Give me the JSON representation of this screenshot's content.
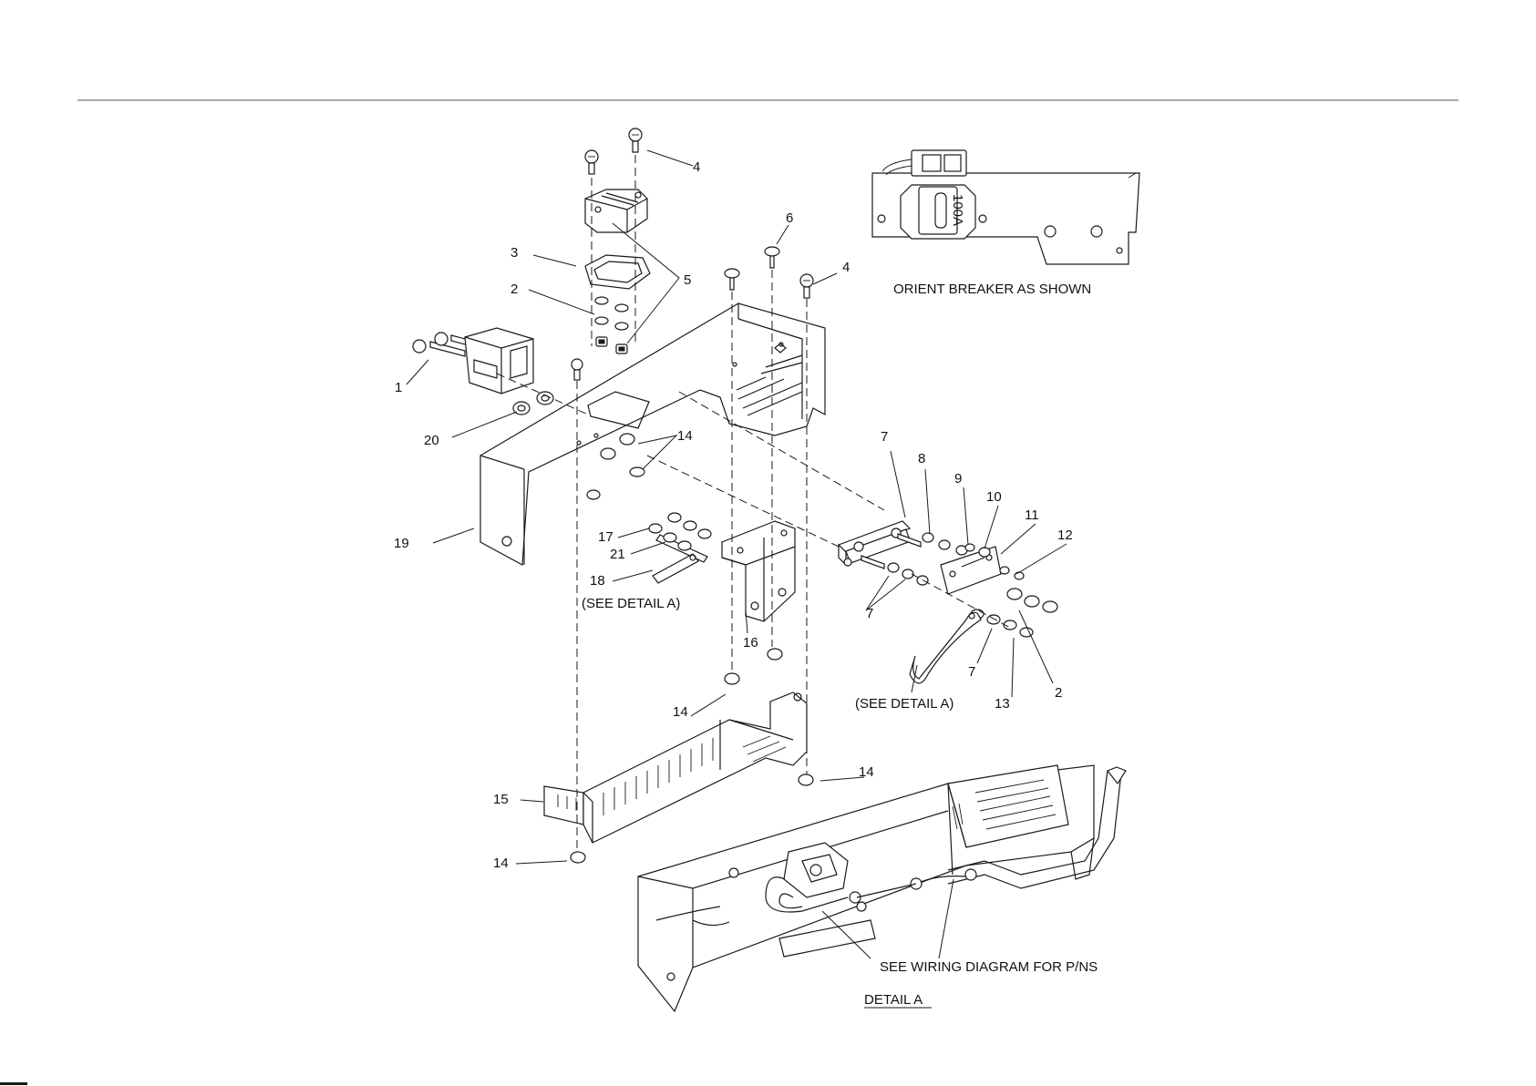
{
  "callouts": {
    "c1": "1",
    "c2a": "2",
    "c2b": "2",
    "c3": "3",
    "c4a": "4",
    "c4b": "4",
    "c5": "5",
    "c6": "6",
    "c7a": "7",
    "c7b": "7",
    "c7c": "7",
    "c8": "8",
    "c9": "9",
    "c10": "10",
    "c11": "11",
    "c12": "12",
    "c13": "13",
    "c14a": "14",
    "c14b": "14",
    "c14c": "14",
    "c14d": "14",
    "c15": "15",
    "c16": "16",
    "c17": "17",
    "c18": "18",
    "c19": "19",
    "c20": "20",
    "c21": "21"
  },
  "notes": {
    "orient": "ORIENT BREAKER AS SHOWN",
    "see_detail_1": "(SEE DETAIL A)",
    "see_detail_2": "(SEE DETAIL A)",
    "wiring": "SEE WIRING DIAGRAM FOR P/NS",
    "detail_title": "DETAIL A"
  },
  "breaker_rating": "100A"
}
